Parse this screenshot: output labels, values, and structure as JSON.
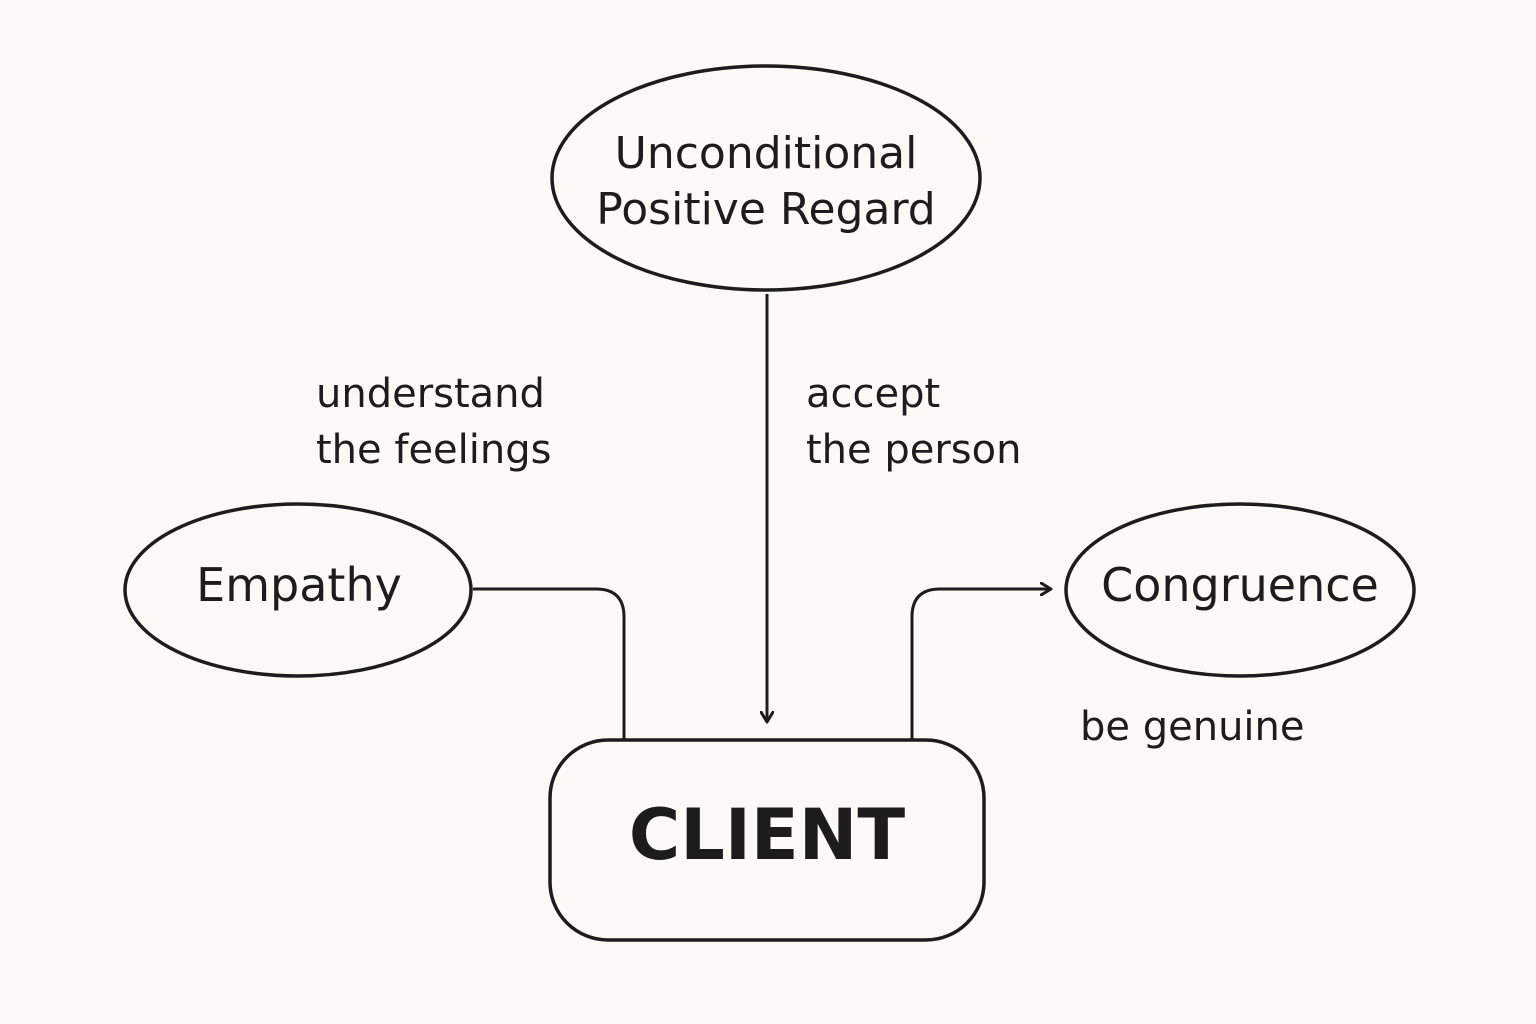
{
  "nodes": {
    "upr": {
      "lines": [
        "Unconditional",
        "Positive Regard"
      ]
    },
    "empathy": {
      "label": "Empathy"
    },
    "congruence": {
      "label": "Congruence"
    },
    "client": {
      "label": "CLIENT"
    }
  },
  "edges": {
    "upr_to_client": {
      "lines": [
        "accept",
        "the person"
      ]
    },
    "empathy_to_client": {
      "lines": [
        "understand",
        "the feelings"
      ]
    },
    "client_to_congruence": {
      "label": "be genuine"
    }
  },
  "colors": {
    "background": "#faf9f5",
    "stroke": "#1c1c1c",
    "text": "#1c1c1c"
  }
}
